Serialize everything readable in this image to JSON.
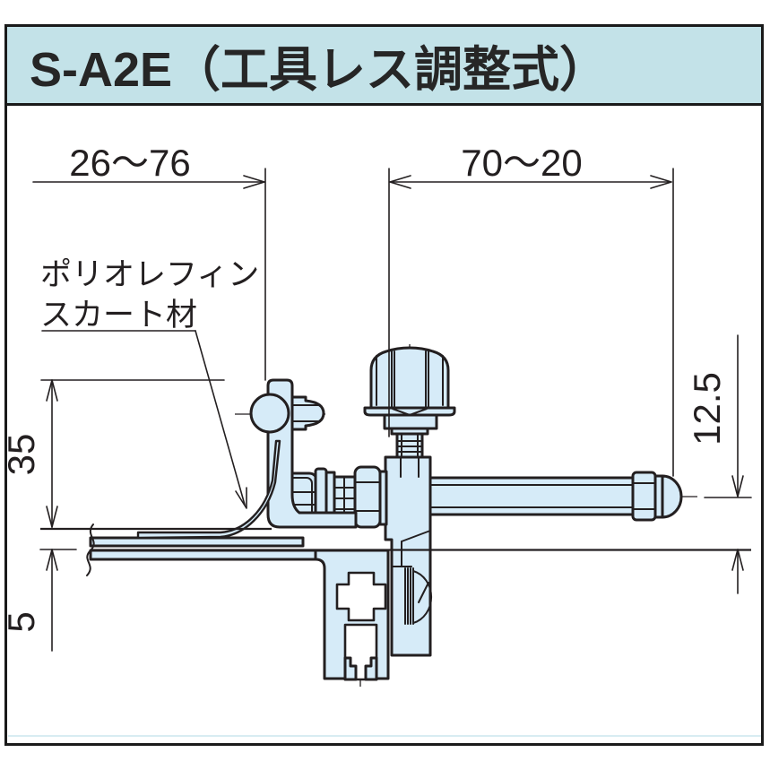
{
  "header": {
    "title": "S-A2E（工具レス調整式）"
  },
  "diagram": {
    "dim_left_range": "26～76",
    "dim_right_range": "70～20",
    "dim_height": "35",
    "dim_plate_thickness": "5",
    "dim_rod_offset": "12.5",
    "label_skirt_line1": "ポリオレフィン",
    "label_skirt_line2": "スカート材"
  },
  "colors": {
    "header_bg": "#c3e2e8",
    "part_fill": "#d6ebf8",
    "line": "#231f20",
    "faint_line": "#d8ecf2"
  }
}
